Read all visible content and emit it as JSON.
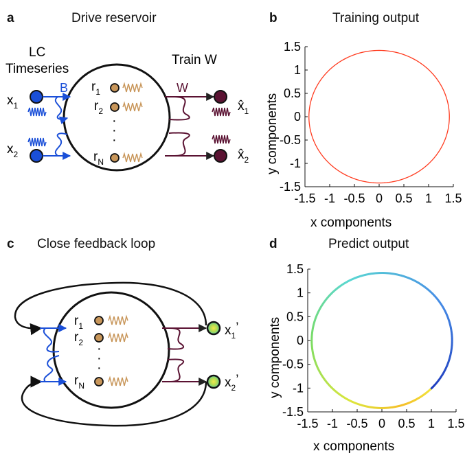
{
  "panels": {
    "a": {
      "letter": "a",
      "title": "Drive reservoir"
    },
    "b": {
      "letter": "b",
      "title": "Training output"
    },
    "c": {
      "letter": "c",
      "title": "Close feedback loop"
    },
    "d": {
      "letter": "d",
      "title": "Predict output"
    }
  },
  "diagram_a": {
    "left_label_line1": "LC",
    "left_label_line2": "Timeseries",
    "right_label": "Train W",
    "input_weight": "B",
    "output_weight": "W",
    "inputs": [
      "x",
      "x"
    ],
    "input_subscripts": [
      "1",
      "2"
    ],
    "outputs": [
      "x̂",
      "x̂"
    ],
    "output_subscripts": [
      "1",
      "2"
    ],
    "nodes": [
      "r",
      "r",
      "r"
    ],
    "node_subscripts": [
      "1",
      "2",
      "N"
    ],
    "ellipsis": "·",
    "colors": {
      "input": "#1a4fd8",
      "output": "#5a1232",
      "node": "#c8965a"
    }
  },
  "diagram_c": {
    "nodes": [
      "r",
      "r",
      "r"
    ],
    "node_subscripts": [
      "1",
      "2",
      "N"
    ],
    "outputs": [
      "x",
      "x"
    ],
    "output_subscripts": [
      "1",
      "2"
    ],
    "output_prime": "’"
  },
  "chart_data": [
    {
      "type": "line",
      "title": "Training output",
      "xlabel": "x components",
      "ylabel": "y components",
      "xlim": [
        -1.5,
        1.5
      ],
      "ylim": [
        -1.5,
        1.5
      ],
      "xticks": [
        "-1.5",
        "-1",
        "-0.5",
        "0",
        "0.5",
        "1",
        "1.5"
      ],
      "yticks": [
        "1.5",
        "1",
        "0.5",
        "0",
        "-0.5",
        "-1",
        "-1.5"
      ],
      "series": [
        {
          "shape": "circle",
          "center": [
            0,
            0
          ],
          "radius": 1.42,
          "color": "#ff3b1f"
        }
      ]
    },
    {
      "type": "line",
      "title": "Predict output",
      "xlabel": "x components",
      "ylabel": "y components",
      "xlim": [
        -1.5,
        1.5
      ],
      "ylim": [
        -1.5,
        1.5
      ],
      "xticks": [
        "-1.5",
        "-1",
        "-0.5",
        "0",
        "0.5",
        "1",
        "1.5"
      ],
      "yticks": [
        "1.5",
        "1",
        "0.5",
        "0",
        "-0.5",
        "-1",
        "-1.5"
      ],
      "series": [
        {
          "shape": "circle",
          "center": [
            0,
            0
          ],
          "radius": 1.42,
          "colormap": "time (blue → cyan → green → yellow → orange)"
        }
      ]
    }
  ]
}
